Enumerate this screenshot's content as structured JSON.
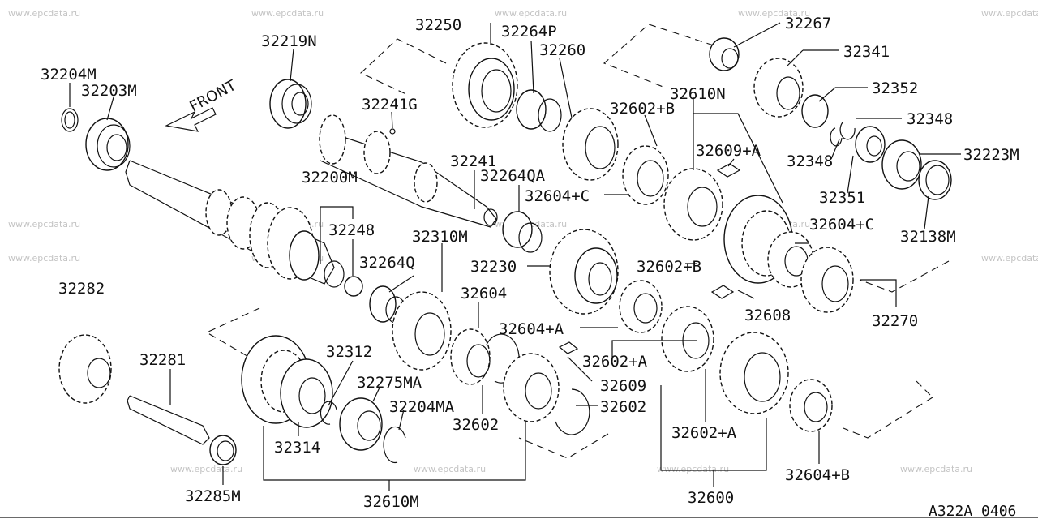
{
  "watermark": "www.epcdata.ru",
  "diagram_code": "A322A 0406",
  "front_label": "FRONT",
  "labels": [
    {
      "id": "32204M",
      "text": "32204M"
    },
    {
      "id": "32203M",
      "text": "32203M"
    },
    {
      "id": "32219N",
      "text": "32219N"
    },
    {
      "id": "32250",
      "text": "32250"
    },
    {
      "id": "32264P",
      "text": "32264P"
    },
    {
      "id": "32260",
      "text": "32260"
    },
    {
      "id": "32267",
      "text": "32267"
    },
    {
      "id": "32341",
      "text": "32341"
    },
    {
      "id": "32352",
      "text": "32352"
    },
    {
      "id": "32348a",
      "text": "32348"
    },
    {
      "id": "32348b",
      "text": "32348"
    },
    {
      "id": "32223M",
      "text": "32223M"
    },
    {
      "id": "32351",
      "text": "32351"
    },
    {
      "id": "32138M",
      "text": "32138M"
    },
    {
      "id": "32241G",
      "text": "32241G"
    },
    {
      "id": "32241",
      "text": "32241"
    },
    {
      "id": "32264QA",
      "text": "32264QA"
    },
    {
      "id": "32610N",
      "text": "32610N"
    },
    {
      "id": "32602B1",
      "text": "32602+B"
    },
    {
      "id": "32609A",
      "text": "32609+A"
    },
    {
      "id": "32604C1",
      "text": "32604+C"
    },
    {
      "id": "32604C2",
      "text": "32604+C"
    },
    {
      "id": "32200M",
      "text": "32200M"
    },
    {
      "id": "32248",
      "text": "32248"
    },
    {
      "id": "32310M",
      "text": "32310M"
    },
    {
      "id": "32230",
      "text": "32230"
    },
    {
      "id": "32602B2",
      "text": "32602+B"
    },
    {
      "id": "32264Q",
      "text": "32264Q"
    },
    {
      "id": "32604",
      "text": "32604"
    },
    {
      "id": "32608",
      "text": "32608"
    },
    {
      "id": "32270",
      "text": "32270"
    },
    {
      "id": "32604A",
      "text": "32604+A"
    },
    {
      "id": "32602A1",
      "text": "32602+A"
    },
    {
      "id": "32609",
      "text": "32609"
    },
    {
      "id": "32602a",
      "text": "32602"
    },
    {
      "id": "32602b",
      "text": "32602"
    },
    {
      "id": "32282",
      "text": "32282"
    },
    {
      "id": "32281",
      "text": "32281"
    },
    {
      "id": "32312",
      "text": "32312"
    },
    {
      "id": "32275MA",
      "text": "32275MA"
    },
    {
      "id": "32204MA",
      "text": "32204MA"
    },
    {
      "id": "32314",
      "text": "32314"
    },
    {
      "id": "32602A2",
      "text": "32602+A"
    },
    {
      "id": "32604B",
      "text": "32604+B"
    },
    {
      "id": "32285M",
      "text": "32285M"
    },
    {
      "id": "32610M",
      "text": "32610M"
    },
    {
      "id": "32600",
      "text": "32600"
    }
  ]
}
